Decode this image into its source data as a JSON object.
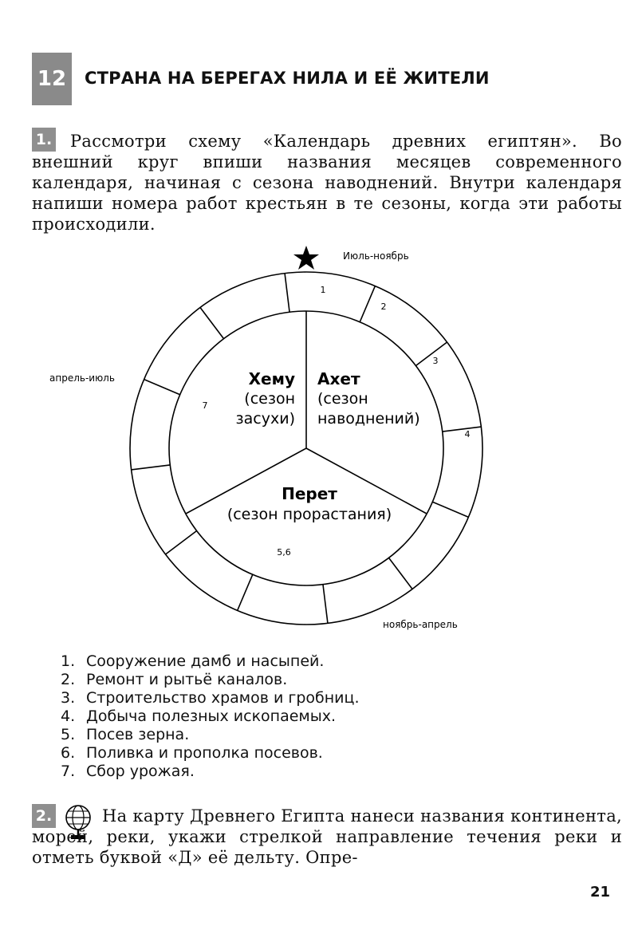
{
  "header": {
    "lesson_number": "12",
    "title": "СТРАНА НА БЕРЕГАХ НИЛА И ЕЁ ЖИТЕЛИ"
  },
  "task1": {
    "number": "1.",
    "text": "Рассмотри схему «Календарь древних египтян». Во внешний круг впиши названия месяцев современного календаря, начиная с сезона наводнений. Внутри календаря напиши номера работ крестьян в те сезоны, когда эти работы происходили."
  },
  "diagram": {
    "outer_labels": {
      "top": "Июль-ноябрь",
      "left": "апрель-июль",
      "bottom": "ноябрь-апрель"
    },
    "segment_numbers": [
      "1",
      "2",
      "3",
      "4"
    ],
    "seasons": {
      "akhet": {
        "name": "Ахет",
        "line1": "(сезон",
        "line2": "наводнений)"
      },
      "khemu": {
        "name": "Хему",
        "line1": "(сезон",
        "line2": "засухи)"
      },
      "peret": {
        "name": "Перет",
        "line1": "(сезон прорастания)"
      }
    },
    "answers": {
      "khemu": "7",
      "peret": "5,6"
    }
  },
  "works": [
    {
      "n": "1.",
      "text": "Сооружение дамб и насыпей."
    },
    {
      "n": "2.",
      "text": "Ремонт и рытьё каналов."
    },
    {
      "n": "3.",
      "text": "Строительство храмов и гробниц."
    },
    {
      "n": "4.",
      "text": "Добыча полезных ископаемых."
    },
    {
      "n": "5.",
      "text": "Посев зерна."
    },
    {
      "n": "6.",
      "text": "Поливка и прополка посевов."
    },
    {
      "n": "7.",
      "text": "Сбор урожая."
    }
  ],
  "task2": {
    "number": "2.",
    "text": "На карту Древнего Египта нанеси названия континента, морей, реки, укажи стрелкой направление течения реки и отметь буквой «Д» её дельту. Опре-"
  },
  "page_number": "21"
}
